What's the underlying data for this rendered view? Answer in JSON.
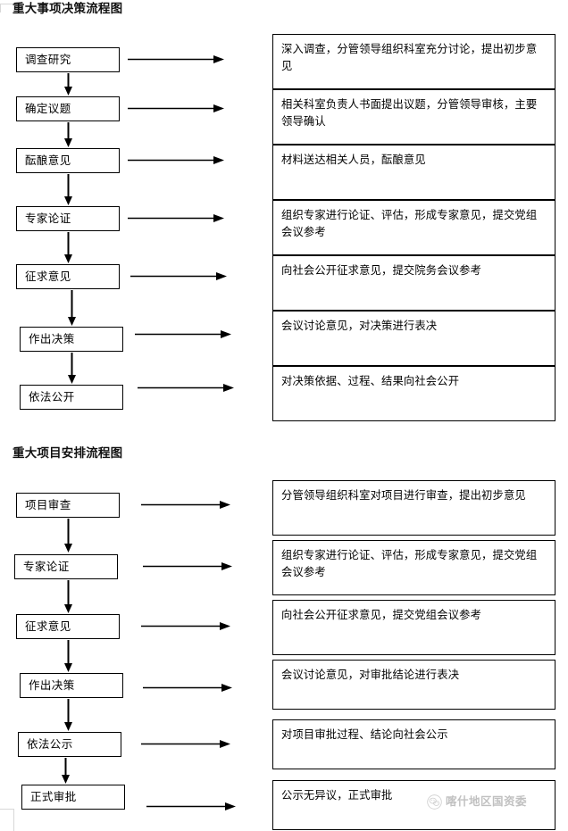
{
  "document": {
    "flowcharts": [
      {
        "title": "重大事项决策流程图",
        "steps": [
          {
            "label": "调查研究",
            "desc": "深入调查，分管领导组织科室充分讨论，提出初步意见"
          },
          {
            "label": "确定议题",
            "desc": "相关科室负责人书面提出议题，分管领导审核，主要领导确认"
          },
          {
            "label": "酝酿意见",
            "desc": "材料送达相关人员，酝酿意见"
          },
          {
            "label": "专家论证",
            "desc": "组织专家进行论证、评估，形成专家意见，提交党组会议参考"
          },
          {
            "label": "征求意见",
            "desc": "向社会公开征求意见，提交院务会议参考"
          },
          {
            "label": "作出决策",
            "desc": "会议讨论意见，对决策进行表决"
          },
          {
            "label": "依法公开",
            "desc": "对决策依据、过程、结果向社会公开"
          }
        ]
      },
      {
        "title": "重大项目安排流程图",
        "steps": [
          {
            "label": "项目审查",
            "desc": "分管领导组织科室对项目进行审查，提出初步意见"
          },
          {
            "label": "专家论证",
            "desc": "组织专家进行论证、评估，形成专家意见，提交党组会议参考"
          },
          {
            "label": "征求意见",
            "desc": "向社会公开征求意见，提交党组会议参考"
          },
          {
            "label": "作出决策",
            "desc": "会议讨论意见，对审批结论进行表决"
          },
          {
            "label": "依法公示",
            "desc": "对项目审批过程、结论向社会公示"
          },
          {
            "label": "正式审批",
            "desc": "公示无异议，正式审批"
          }
        ]
      }
    ],
    "watermark": {
      "text": "喀什地区国资委",
      "logo_icon": "wechat-official-account-icon"
    },
    "colors": {
      "stroke": "#000000",
      "background": "#ffffff",
      "text": "#000000",
      "watermark_text": "#6b6b6b"
    }
  }
}
